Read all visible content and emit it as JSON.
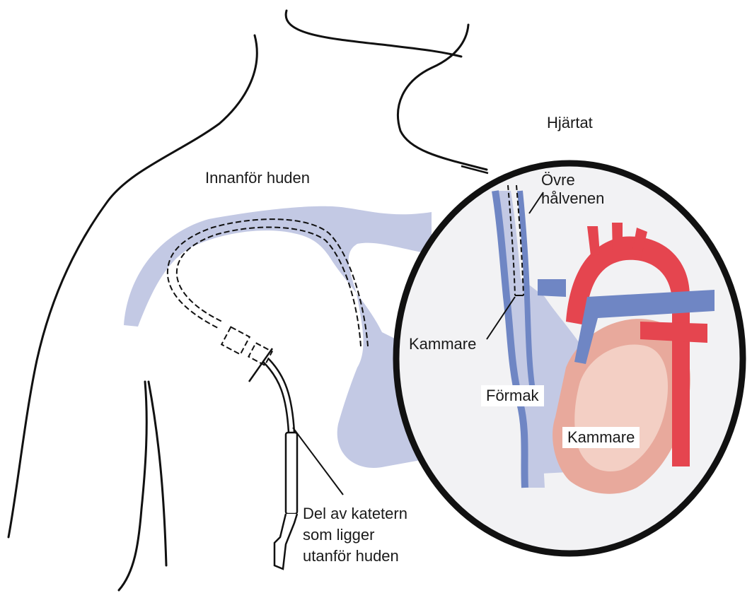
{
  "labels": {
    "heart": "Hjärtat",
    "inside_skin": "Innanför huden",
    "upper_vena_cava": "Övre\nhålvenen",
    "ventricle_left": "Kammare",
    "atrium": "Förmak",
    "ventricle_right": "Kammare",
    "outside_part": "Del av katetern\nsom ligger\nutanför huden"
  },
  "colors": {
    "vein": "#6f86c4",
    "vein_light": "#c3c9e4",
    "artery": "#e5454f",
    "heart_muscle": "#e8a99c",
    "heart_light": "#f3cfc4",
    "circle_fill": "#f2f2f4",
    "outline": "#111111"
  }
}
